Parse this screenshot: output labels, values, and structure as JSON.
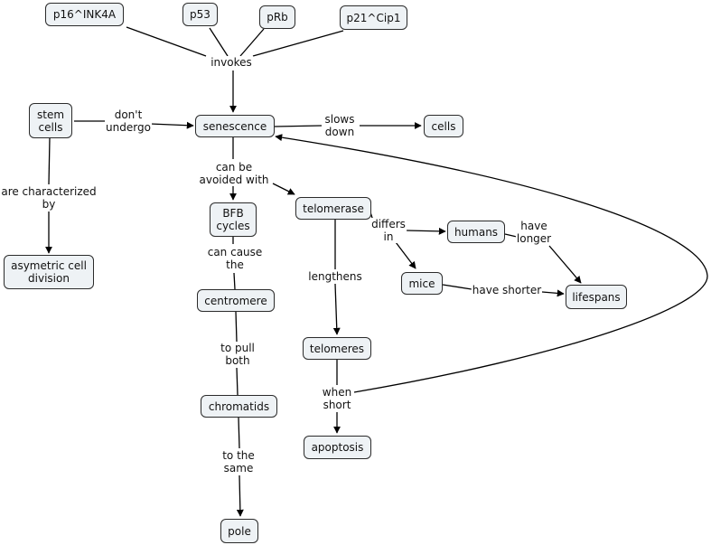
{
  "nodes": {
    "p16": "p16^INK4A",
    "p53": "p53",
    "prb": "pRb",
    "p21": "p21^Cip1",
    "stem_cells": "stem cells",
    "senescence": "senescence",
    "cells": "cells",
    "asymetric": "asymetric cell division",
    "bfb": "BFB cycles",
    "telomerase": "telomerase",
    "humans": "humans",
    "mice": "mice",
    "lifespans": "lifespans",
    "centromere": "centromere",
    "telomeres": "telomeres",
    "chromatids": "chromatids",
    "apoptosis": "apoptosis",
    "pole": "pole"
  },
  "links": {
    "invokes": "invokes",
    "dont_undergo": "don't\nundergo",
    "slows_down": "slows\ndown",
    "characterized_by": "are characterized\nby",
    "can_be_avoided": "can be\navoided with",
    "differs_in": "differs\nin",
    "have_longer": "have\nlonger",
    "have_shorter": "have shorter",
    "can_cause": "can cause\nthe",
    "lengthens": "lengthens",
    "to_pull_both": "to pull\nboth",
    "when_short": "when\nshort",
    "to_the_same": "to the\nsame"
  }
}
